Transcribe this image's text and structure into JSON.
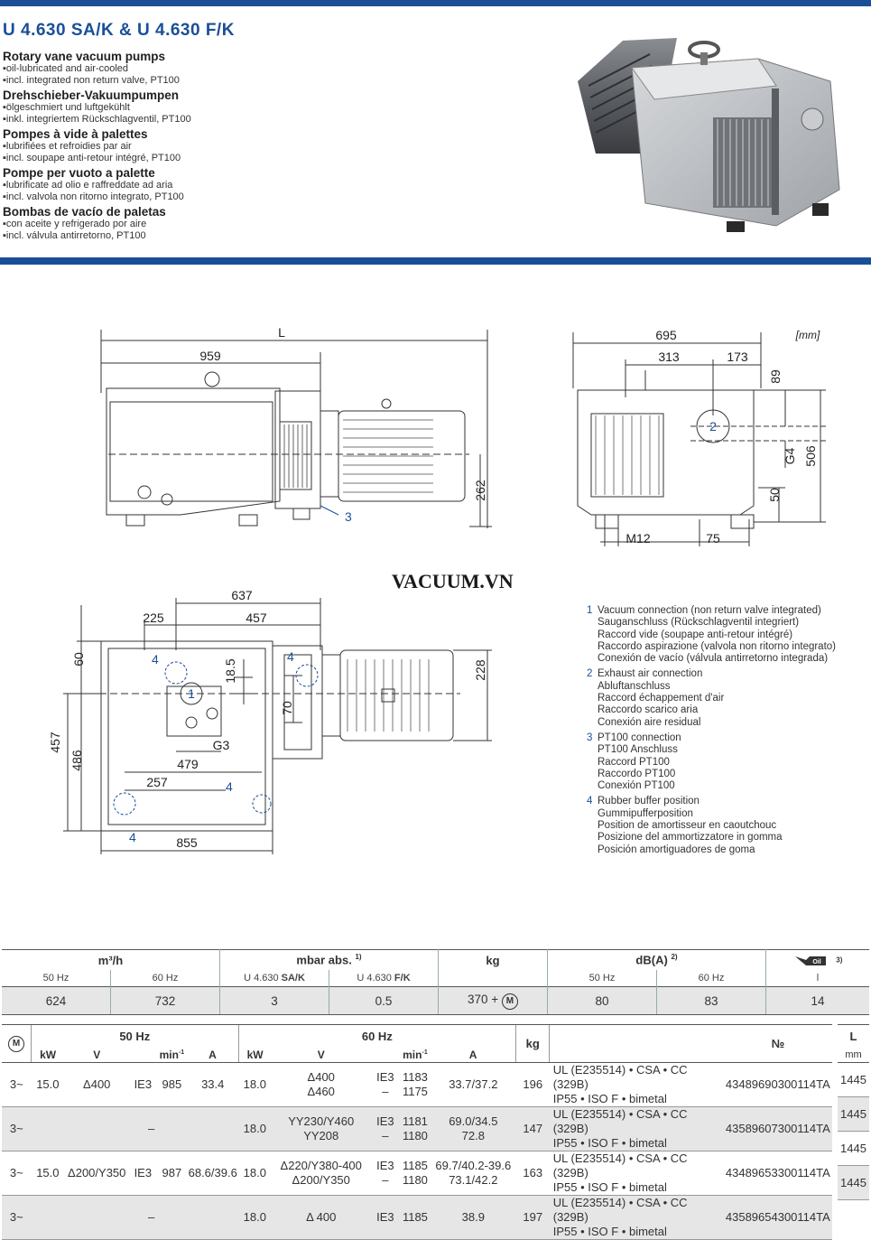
{
  "header": {
    "title": "U 4.630 SA/K & U 4.630 F/K"
  },
  "languages": [
    {
      "heading": "Rotary vane vacuum pumps",
      "points": [
        "oil-lubricated and air-cooled",
        "incl. integrated non return valve, PT100"
      ]
    },
    {
      "heading": "Drehschieber-Vakuumpumpen",
      "points": [
        "ölgeschmiert und luftgekühlt",
        "inkl. integriertem Rückschlagventil, PT100"
      ]
    },
    {
      "heading": "Pompes à vide à palettes",
      "points": [
        "lubrifiées et refroidies par air",
        "incl. soupape anti-retour intégré, PT100"
      ]
    },
    {
      "heading": "Pompe per vuoto a palette",
      "points": [
        "lubrificate ad olio e raffreddate ad aria",
        "incl. valvola non ritorno integrato, PT100"
      ]
    },
    {
      "heading": "Bombas de vacío de paletas",
      "points": [
        "con aceite y refrigerado por aire",
        "incl. válvula antirretorno, PT100"
      ]
    }
  ],
  "drawing": {
    "side": {
      "L": "L",
      "d959": "959",
      "d262": "262",
      "c3": "3"
    },
    "front": {
      "d695": "695",
      "unit": "[mm]",
      "d313": "313",
      "d173": "173",
      "d89": "89",
      "g4": "G4",
      "d506": "506",
      "d50": "50",
      "m12": "M12",
      "d75": "75",
      "c2": "2"
    },
    "top": {
      "d637": "637",
      "d225": "225",
      "d457a": "457",
      "d60": "60",
      "d18": "18.5",
      "d228": "228",
      "d70": "70",
      "d457b": "457",
      "d486": "486",
      "g3": "G3",
      "d479": "479",
      "d257": "257",
      "d855": "855",
      "c1": "1",
      "c4": "4"
    }
  },
  "brand": "VACUUM.VN",
  "legend": [
    {
      "num": "1",
      "lines": [
        "Vacuum connection (non return valve integrated)",
        "Sauganschluss (Rückschlagventil integriert)",
        "Raccord vide (soupape anti-retour intégré)",
        "Raccordo aspirazione (valvola non ritorno integrato)",
        "Conexión de vacío (válvula antirretorno integrada)"
      ]
    },
    {
      "num": "2",
      "lines": [
        "Exhaust air connection",
        "Abluftanschluss",
        "Raccord échappement d'air",
        "Raccordo scarico aria",
        "Conexión aire residual"
      ]
    },
    {
      "num": "3",
      "lines": [
        "PT100 connection",
        "PT100 Anschluss",
        "Raccord PT100",
        "Raccordo PT100",
        "Conexión PT100"
      ]
    },
    {
      "num": "4",
      "lines": [
        "Rubber buffer position",
        "Gummipufferposition",
        "Position de amortisseur en caoutchouc",
        "Posizione del ammortizzatore in gomma",
        "Posición amortiguadores de goma"
      ]
    }
  ],
  "table1": {
    "h_flow": "m³/h",
    "h_mbar": "mbar abs.",
    "h_mbar_sup": "1)",
    "h_kg": "kg",
    "h_db": "dB(A)",
    "h_db_sup": "2)",
    "h_oil_sup": "3)",
    "oil_icon_text": "Oil",
    "s_50": "50 Hz",
    "s_60": "60 Hz",
    "s_sak_a": "U 4.630 ",
    "s_sak_b": "SA/K",
    "s_fk_a": "U 4.630 ",
    "s_fk_b": "F/K",
    "s_db50": "50 Hz",
    "s_db60": "60 Hz",
    "s_l": "l",
    "v_50": "624",
    "v_60": "732",
    "v_sak": "3",
    "v_fk": "0.5",
    "v_kg": "370 +",
    "v_m": "M",
    "v_db50": "80",
    "v_db60": "83",
    "v_oil": "14"
  },
  "table2": {
    "m": "M",
    "h_50": "50 Hz",
    "h_60": "60 Hz",
    "h_kg": "kg",
    "h_no": "№",
    "c_kw": "kW",
    "c_v": "V",
    "c_min": "min",
    "c_min_sup": "-1",
    "c_a": "A",
    "rows": [
      {
        "ph": "3~",
        "kw50": "15.0",
        "v50": "Δ400",
        "ie50": "IE3",
        "n50": "985",
        "a50": "33.4",
        "kw60": "18.0",
        "v60a": "Δ400",
        "v60b": "Δ460",
        "ie60a": "IE3",
        "ie60b": "–",
        "n60a": "1183",
        "n60b": "1175",
        "a60a": "33.7/37.2",
        "a60b": "",
        "kg": "196",
        "certa": "UL (E235514) • CSA • CC (329B)",
        "certb": "IP55 • ISO F • bimetal",
        "no": "43489690300114TA"
      },
      {
        "ph": "3~",
        "kw50": "",
        "v50": "–",
        "ie50": "",
        "n50": "",
        "a50": "",
        "kw60": "18.0",
        "v60a": "YY230/Y460",
        "v60b": "YY208",
        "ie60a": "IE3",
        "ie60b": "–",
        "n60a": "1181",
        "n60b": "1180",
        "a60a": "69.0/34.5",
        "a60b": "72.8",
        "kg": "147",
        "certa": "UL (E235514) • CSA • CC (329B)",
        "certb": "IP55 • ISO F • bimetal",
        "no": "43589607300114TA"
      },
      {
        "ph": "3~",
        "kw50": "15.0",
        "v50": "Δ200/Y350",
        "ie50": "IE3",
        "n50": "987",
        "a50": "68.6/39.6",
        "kw60": "18.0",
        "v60a": "Δ220/Y380-400",
        "v60b": "Δ200/Y350",
        "ie60a": "IE3",
        "ie60b": "–",
        "n60a": "1185",
        "n60b": "1180",
        "a60a": "69.7/40.2-39.6",
        "a60b": "73.1/42.2",
        "kg": "163",
        "certa": "UL (E235514) • CSA • CC (329B)",
        "certb": "IP55 • ISO F • bimetal",
        "no": "43489653300114TA"
      },
      {
        "ph": "3~",
        "kw50": "",
        "v50": "–",
        "ie50": "",
        "n50": "",
        "a50": "",
        "kw60": "18.0",
        "v60a": "Δ 400",
        "v60b": "",
        "ie60a": "IE3",
        "ie60b": "",
        "n60a": "1185",
        "n60b": "",
        "a60a": "38.9",
        "a60b": "",
        "kg": "197",
        "certa": "UL (E235514) • CSA • CC (329B)",
        "certb": "IP55 • ISO F • bimetal",
        "no": "43589654300114TA"
      }
    ]
  },
  "table3": {
    "h": "L",
    "unit": "mm",
    "rows": [
      "1445",
      "1445",
      "1445",
      "1445"
    ]
  },
  "colors": {
    "accent": "#1a4f97",
    "shade": "#e6e6e6"
  }
}
